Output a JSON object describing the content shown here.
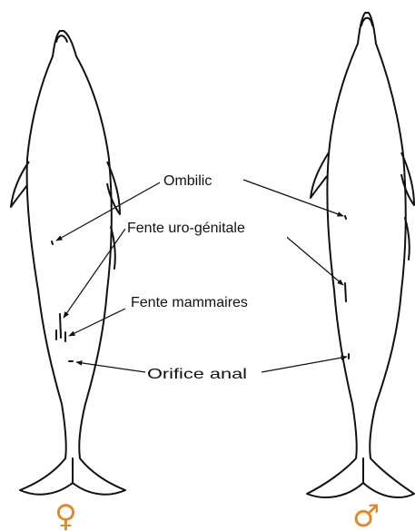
{
  "labels": {
    "ombilic": "Ombilic",
    "fente_uro_genitale": "Fente uro-génitale",
    "fente_mammaires": "Fente mammaires",
    "orifice_anal": "Orifice anal"
  },
  "symbols": {
    "female": "♀",
    "male": "♂"
  },
  "colors": {
    "ink": "#111111",
    "background": "#ffffff",
    "symbol": "#e08a2a"
  }
}
